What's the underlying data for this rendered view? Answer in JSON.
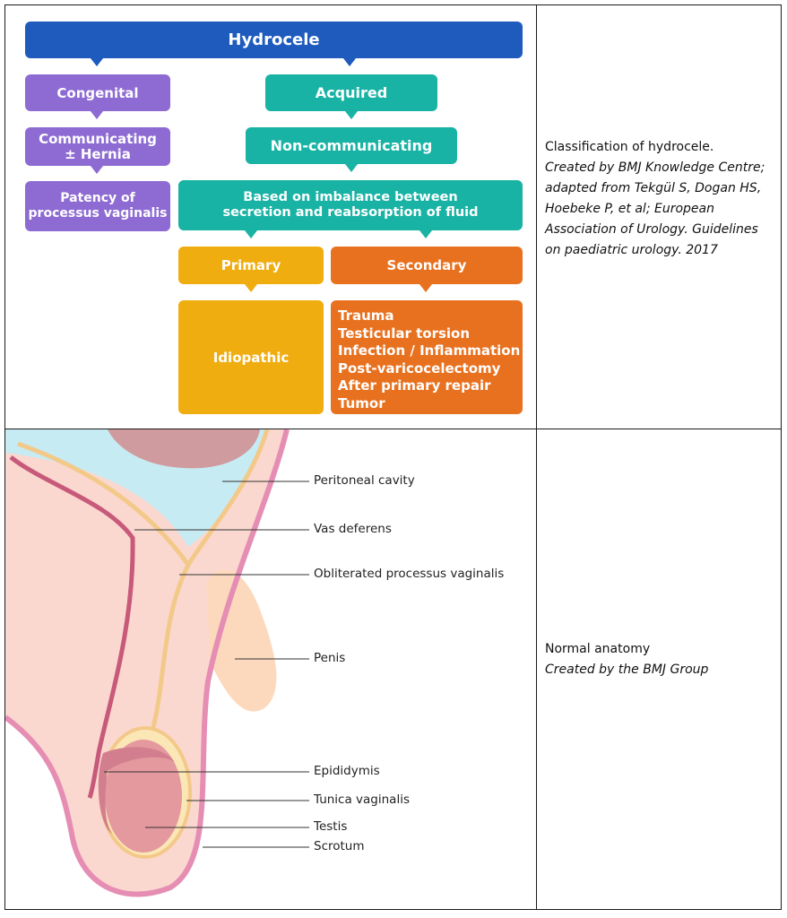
{
  "flowchart": {
    "root": "Hydrocele",
    "congenital": "Congenital",
    "communicating": "Communicating\n± Hernia",
    "patency": "Patency of\nprocessus vaginalis",
    "acquired": "Acquired",
    "non_communicating": "Non-communicating",
    "imbalance": "Based on imbalance between\nsecretion and reabsorption of fluid",
    "primary": "Primary",
    "secondary": "Secondary",
    "idiopathic": "Idiopathic",
    "secondary_causes": [
      "Trauma",
      "Testicular torsion",
      "Infection / Inflammation",
      "Post-varicocelectomy",
      "After primary repair",
      "Tumor"
    ],
    "colors": {
      "root": "#1e5bbd",
      "congenital": "#8d6bd2",
      "acquired": "#18b3a4",
      "primary": "#f0ad0f",
      "secondary": "#e8711f"
    }
  },
  "caption_top": {
    "title": "Classification of hydrocele.",
    "credit": "Created by BMJ Knowledge Centre; adapted from Tekgül S, Dogan HS, Hoebeke P, et al; European Association of Urology. Guidelines on paediatric urology. 2017"
  },
  "anatomy": {
    "labels": {
      "peritoneal_cavity": "Peritoneal cavity",
      "vas_deferens": "Vas deferens",
      "obliterated_pv": "Obliterated processus vaginalis",
      "penis": "Penis",
      "epididymis": "Epididymis",
      "tunica_vaginalis": "Tunica vaginalis",
      "testis": "Testis",
      "scrotum": "Scrotum"
    }
  },
  "caption_bottom": {
    "title": "Normal anatomy",
    "credit": "Created by the BMJ Group"
  }
}
